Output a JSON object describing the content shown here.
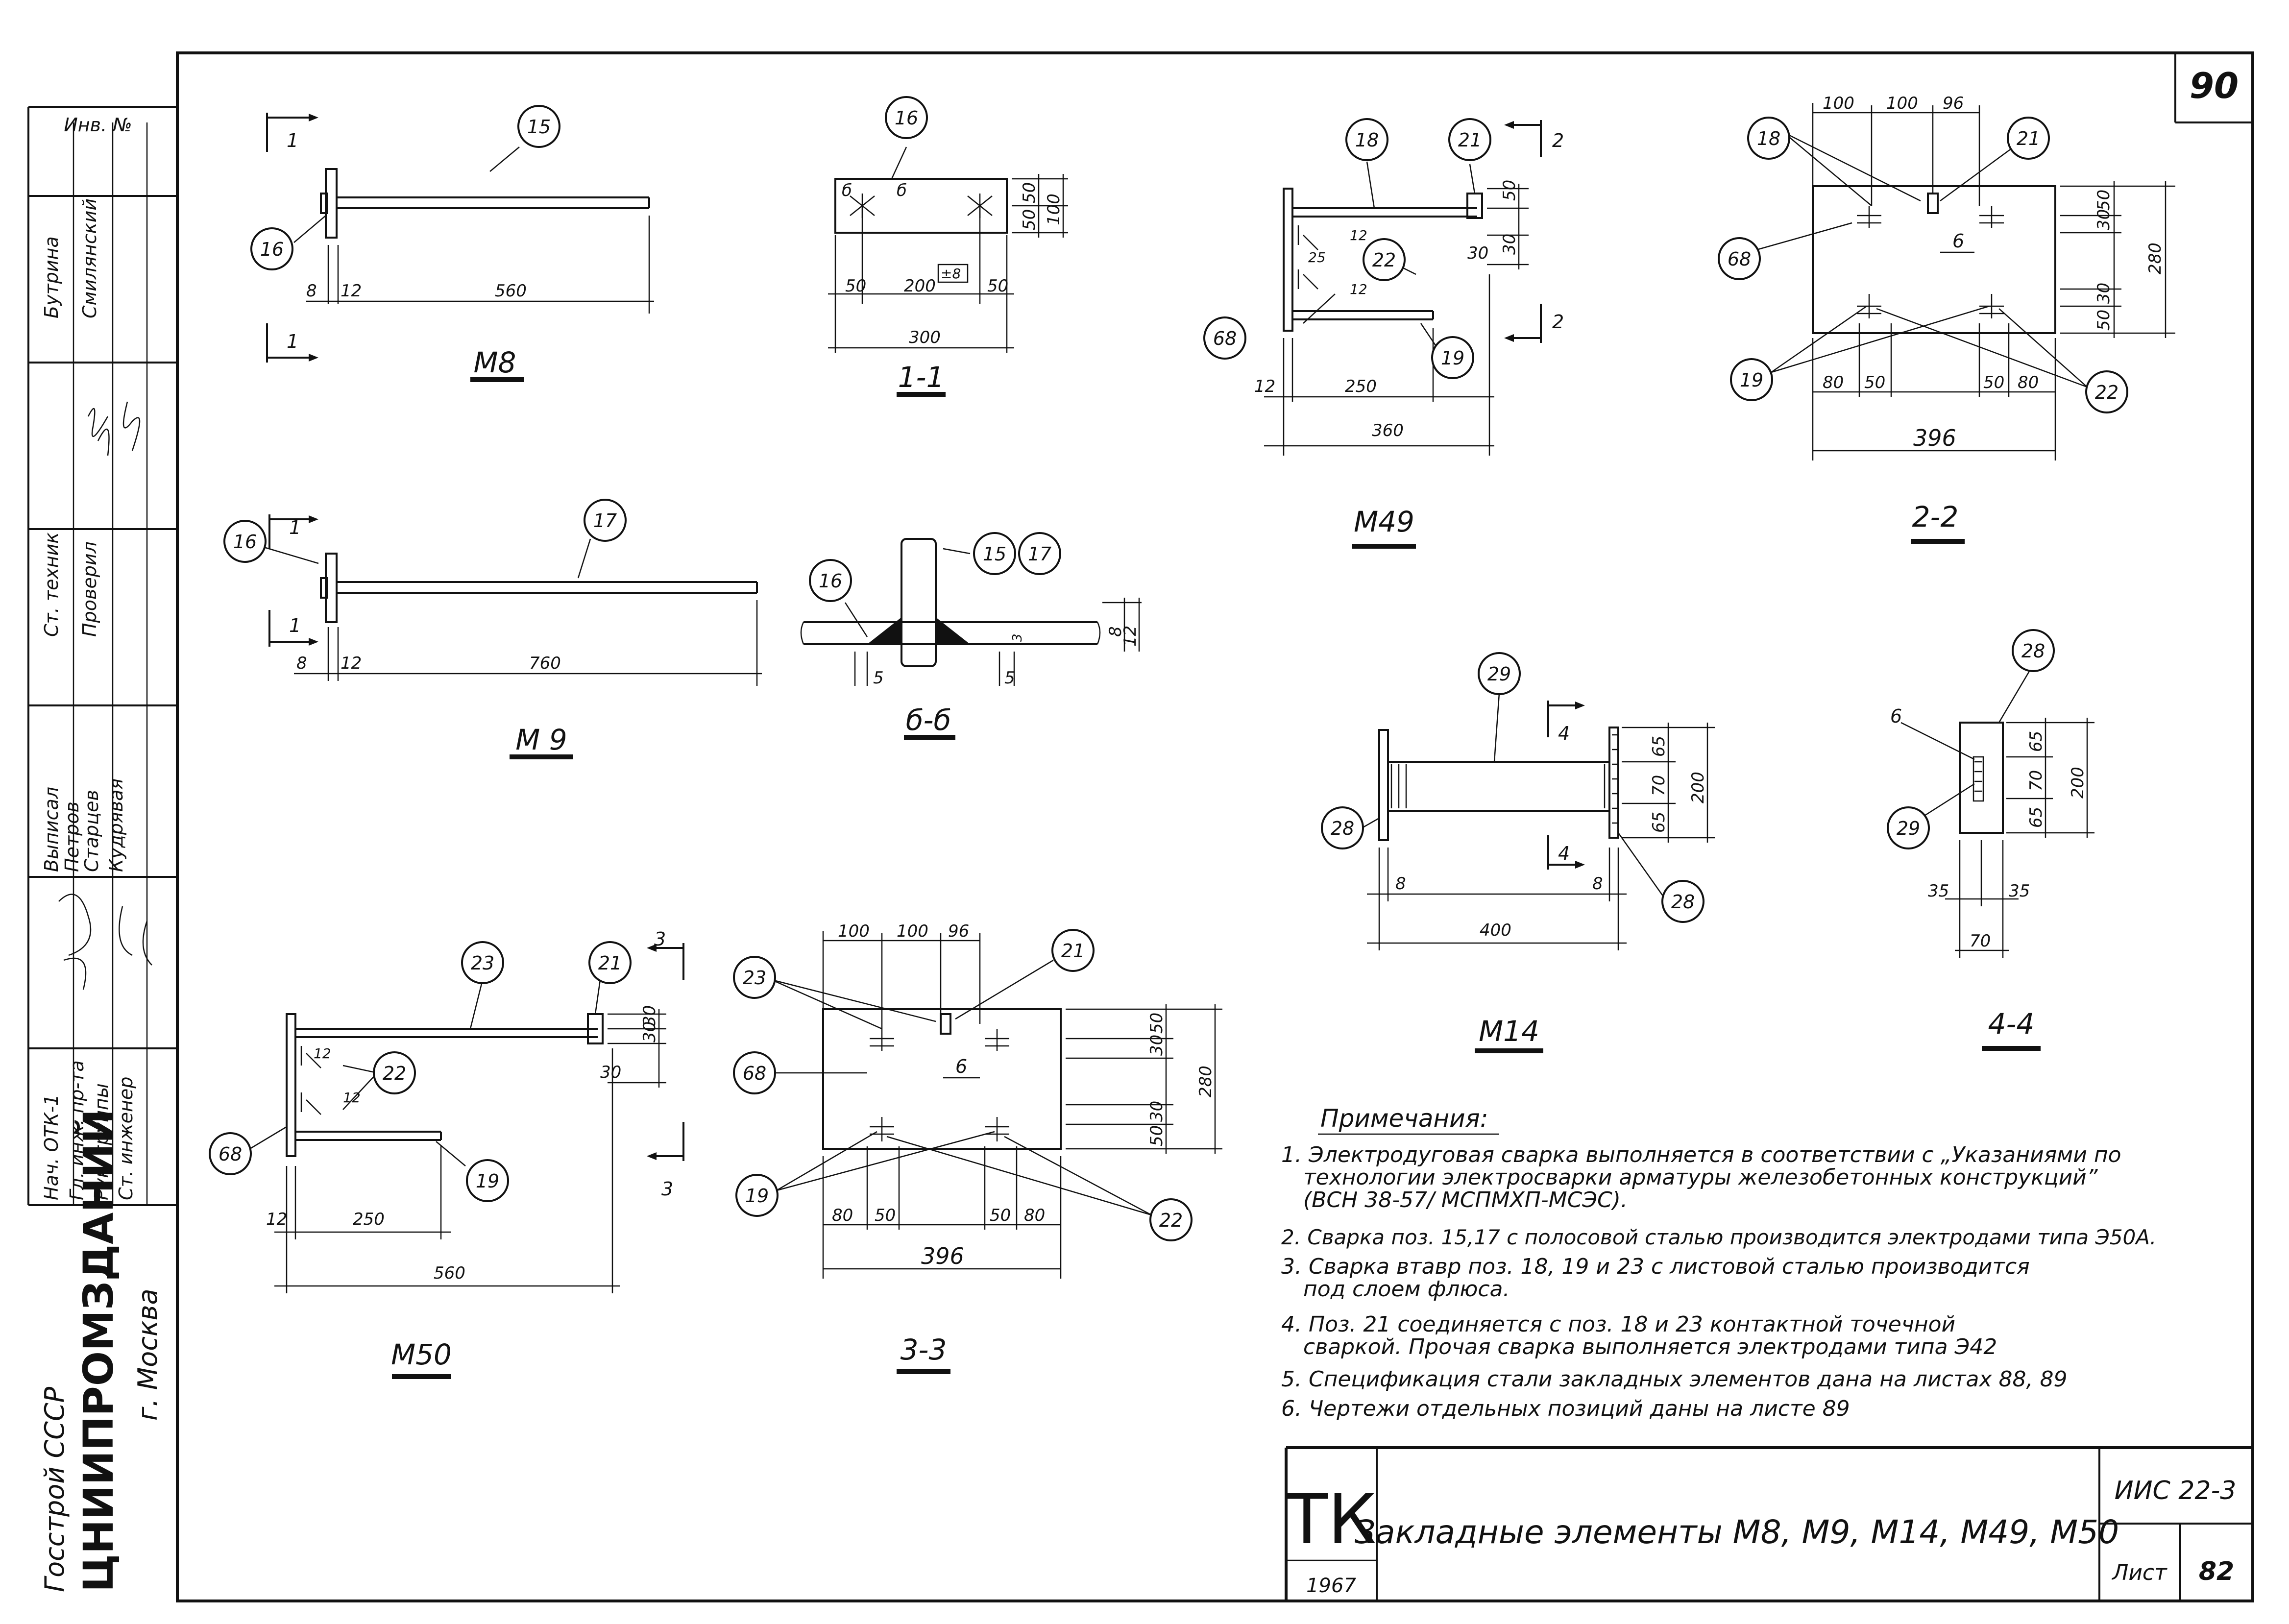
{
  "sheet": {
    "sheet_no_top": "90",
    "sheet_no_bottom": "82",
    "sheet_label": "Лист",
    "series": "ИИС 22-3",
    "tk": "ТК",
    "year": "1967",
    "title": "Закладные элементы М8, М9, М14, М49, М50"
  },
  "stamp": {
    "inv": "Инв. №",
    "col1": [
      "Бутрина",
      "Смилянский"
    ],
    "col2": [
      "Ст. техник",
      "Проверил"
    ],
    "col3": [
      "Выписал",
      "Петров",
      "Старцев",
      "Кудрявая"
    ],
    "col4": [
      "Нач. ОТК-1",
      "Гл. инж. пр-та",
      "Рук. группы",
      "Ст. инженер"
    ],
    "org1": "Госстрой СССР",
    "org2": "ЦНИИПРОМЗДАНИЙ",
    "org3": "г. Москва"
  },
  "m8": {
    "caption": "М8",
    "bub_main": "15",
    "bub_plate": "16",
    "sec": "1",
    "dims": [
      "8",
      "12",
      "560"
    ]
  },
  "s11": {
    "caption": "1-1",
    "bub": "16",
    "sec_b": "б",
    "dims": [
      "50",
      "200",
      "50",
      "300",
      "50",
      "50",
      "100"
    ],
    "weld": "±8"
  },
  "m9": {
    "caption": "М 9",
    "bub_main": "17",
    "bub_plate": "16",
    "sec": "1",
    "dims": [
      "8",
      "12",
      "760"
    ]
  },
  "sbb": {
    "caption": "б-б",
    "bub_a": "16",
    "bub_b": "15",
    "bub_c": "17",
    "dims": [
      "5",
      "5",
      "8",
      "12",
      "3"
    ]
  },
  "m49": {
    "caption": "М49",
    "bubs": [
      "18",
      "21",
      "22",
      "68",
      "19"
    ],
    "sec": "2",
    "dims": [
      "12",
      "250",
      "360",
      "30",
      "50",
      "30",
      "25",
      "12",
      "12"
    ]
  },
  "s22": {
    "caption": "2-2",
    "bubs": [
      "18",
      "21",
      "68",
      "19",
      "22"
    ],
    "six": "6",
    "dims_top": [
      "100",
      "100",
      "96"
    ],
    "dims_bot": [
      "80",
      "50",
      "50",
      "80"
    ],
    "total": "396",
    "dims_right": [
      "50",
      "30",
      "30",
      "50"
    ],
    "height": "280"
  },
  "m14": {
    "caption": "М14",
    "bub_top": "29",
    "bub_l": "28",
    "bub_r": "28",
    "sec": "4",
    "dims": [
      "8",
      "8",
      "400",
      "65",
      "70",
      "65",
      "200"
    ]
  },
  "s44": {
    "caption": "4-4",
    "bub_top": "28",
    "bub_l": "29",
    "six": "6",
    "dims": [
      "35",
      "35",
      "70",
      "65",
      "70",
      "65",
      "200"
    ]
  },
  "m50": {
    "caption": "М50",
    "bubs": [
      "23",
      "21",
      "22",
      "68",
      "19"
    ],
    "sec": "3",
    "dims": [
      "12",
      "250",
      "560",
      "30",
      "30",
      "30",
      "12",
      "12"
    ]
  },
  "s33": {
    "caption": "3-3",
    "bubs": [
      "23",
      "21",
      "68",
      "19",
      "22"
    ],
    "six": "6",
    "dims_top": [
      "100",
      "100",
      "96"
    ],
    "dims_bot": [
      "80",
      "50",
      "50",
      "80"
    ],
    "total": "396",
    "dims_right": [
      "50",
      "30",
      "30",
      "50"
    ],
    "height": "280"
  },
  "notes": {
    "heading": "Примечания:",
    "lines": [
      "1. Электродуговая сварка выполняется в соответствии с „Указаниями по",
      "технологии электросварки арматуры железобетонных конструкций”",
      "(ВСН 38-57/ МСПМХП-МСЭС).",
      "2. Сварка поз. 15,17 с полосовой сталью производится электродами типа Э50А.",
      "3. Сварка втавр поз. 18, 19 и 23 с листовой сталью производится",
      "под слоем флюса.",
      "4. Поз. 21 соединяется с поз. 18 и 23 контактной точечной",
      "сваркой. Прочая сварка выполняется электродами типа Э42",
      "5. Спецификация стали закладных элементов дана на листах 88, 89",
      "6.                  Чертежи отдельных позиций даны на листе 89"
    ]
  }
}
